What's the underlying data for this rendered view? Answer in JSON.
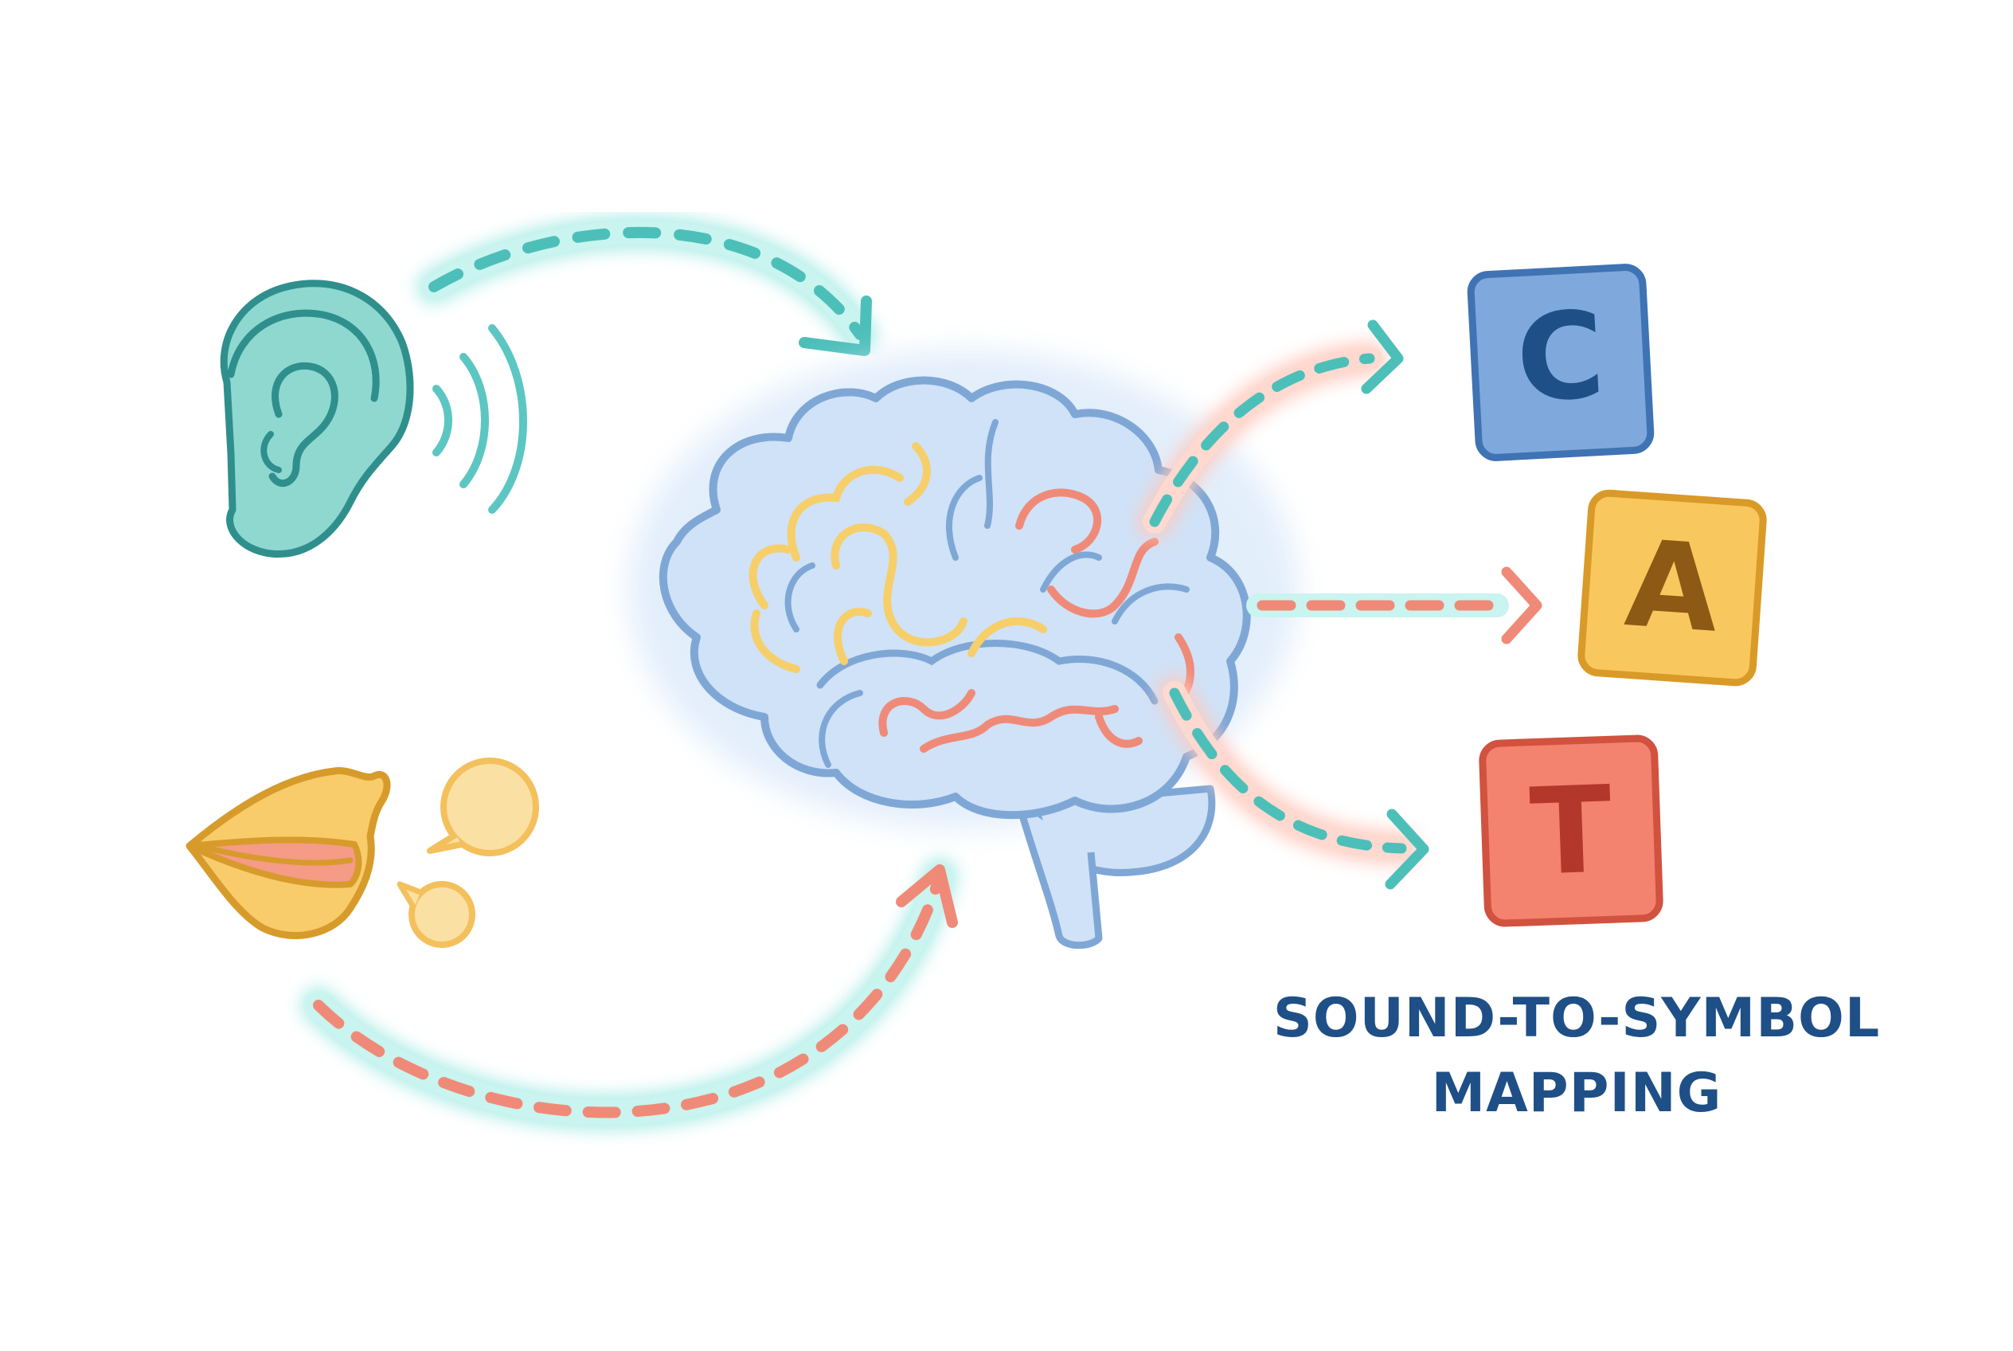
{
  "caption": {
    "line1": "SOUND-TO-SYMBOL",
    "line2": "MAPPING"
  },
  "tiles": [
    {
      "letter": "C"
    },
    {
      "letter": "A"
    },
    {
      "letter": "T"
    }
  ],
  "icons": {
    "ear": "ear-icon",
    "sound_waves": "sound-waves-icon",
    "mouth": "mouth-icon",
    "speech_bubbles": "speech-bubbles-icon",
    "brain": "brain-icon"
  },
  "colors": {
    "teal": "#5cc6c2",
    "teal_glow": "#a9ece6",
    "coral": "#f08a78",
    "coral_glow": "#ffc9bd",
    "yellow": "#f6cf6a",
    "brain_fill": "#cfe2f7",
    "brain_stroke": "#7fa7d6",
    "tile_c": "#7fa9dc",
    "tile_a": "#f8c85f",
    "tile_t": "#f3826e",
    "caption": "#1f4f87"
  }
}
